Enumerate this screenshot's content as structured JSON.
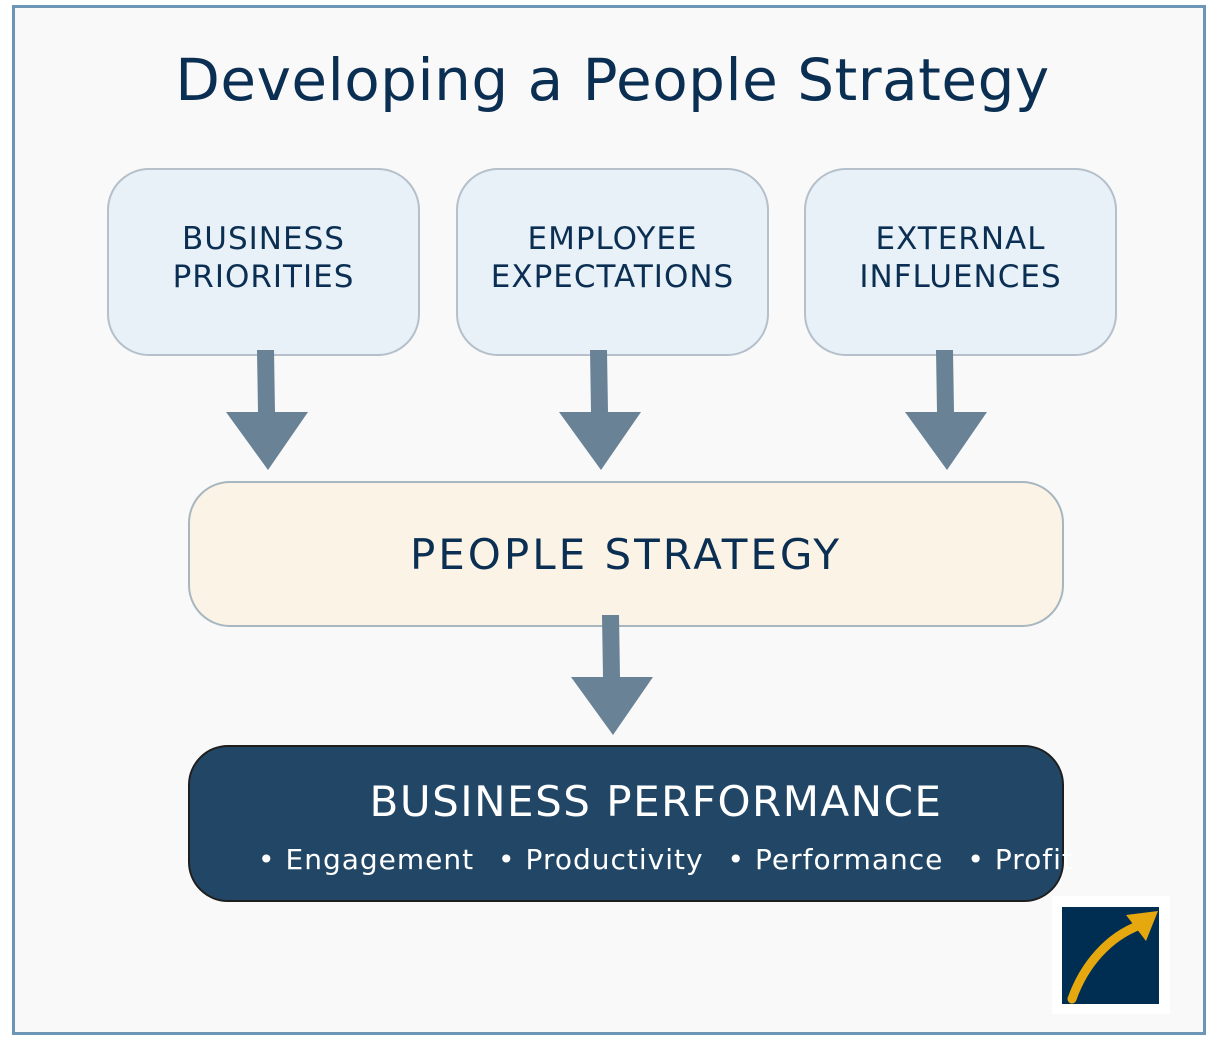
{
  "diagram": {
    "title": "Developing a People Strategy",
    "inputs": [
      {
        "line1": "BUSINESS",
        "line2": "PRIORITIES"
      },
      {
        "line1": "EMPLOYEE",
        "line2": "EXPECTATIONS"
      },
      {
        "line1": "EXTERNAL",
        "line2": "INFLUENCES"
      }
    ],
    "strategy": "PEOPLE STRATEGY",
    "outcome": {
      "title": "BUSINESS PERFORMANCE",
      "metrics": [
        "Engagement",
        "Productivity",
        "Performance",
        "Profit"
      ]
    },
    "colors": {
      "title_text": "#0b2f52",
      "input_fill": "#e8f0f8",
      "strategy_fill": "#faf3e6",
      "outcome_fill": "#224766",
      "arrow": "#6a8296",
      "logo_bg": "#002d52",
      "logo_arrow": "#e5a80f"
    },
    "icons": [
      "arrow-down-icon",
      "rising-arrow-logo-icon"
    ]
  }
}
